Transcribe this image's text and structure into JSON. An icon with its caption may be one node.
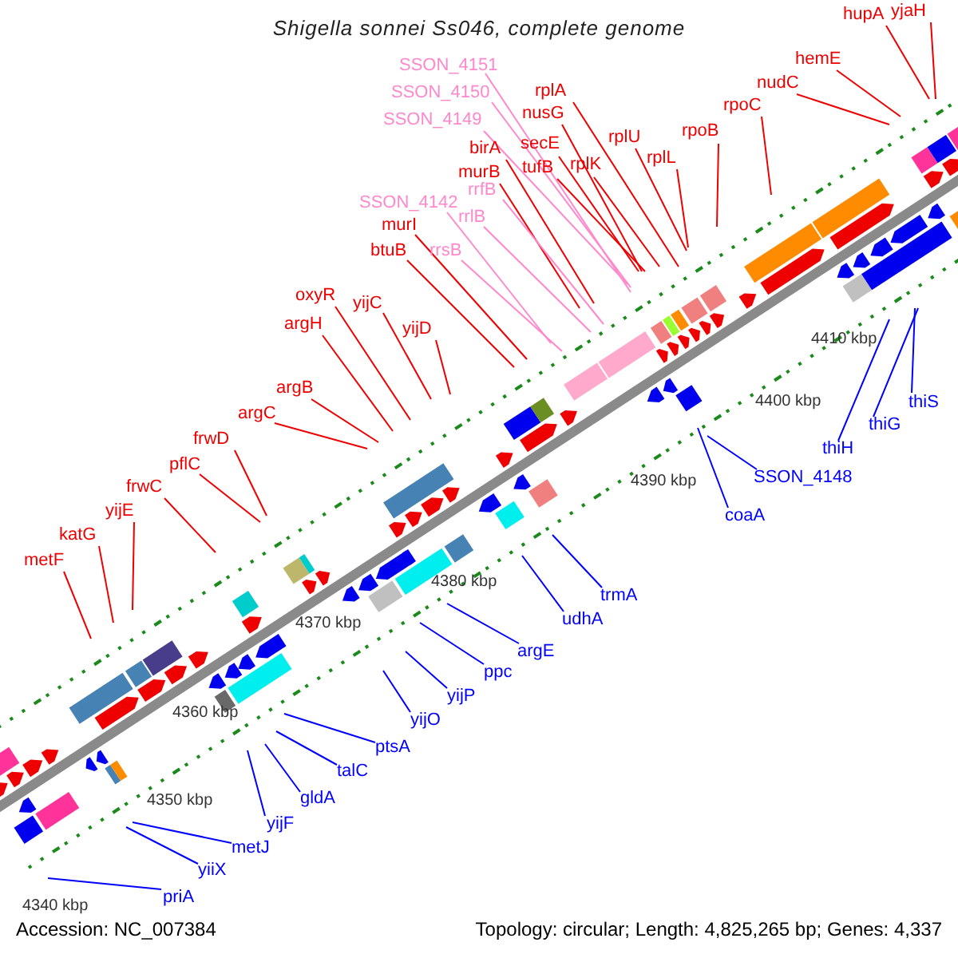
{
  "diagram": {
    "title": "Shigella sonnei Ss046, complete genome",
    "nodes": [
      {
        "text": [
          "yjaH"
        ]
      },
      {
        "text": [
          "hupA"
        ]
      },
      {
        "text": [
          "hemE"
        ]
      },
      {
        "text": [
          "SSON_4151"
        ]
      },
      {
        "text": [
          "nudC"
        ]
      },
      {
        "text": [
          "rplA"
        ]
      },
      {
        "text": [
          "SSON_4150"
        ]
      },
      {
        "text": [
          "rpoC"
        ]
      },
      {
        "text": [
          "nusG"
        ]
      },
      {
        "text": [
          "SSON_4149"
        ]
      },
      {
        "text": [
          "rpoB"
        ]
      },
      {
        "text": [
          "rplU"
        ]
      },
      {
        "text": [
          "secE"
        ]
      },
      {
        "text": [
          "birA"
        ]
      },
      {
        "text": [
          "rplL"
        ]
      },
      {
        "text": [
          "rplK"
        ]
      },
      {
        "text": [
          "tufB"
        ]
      },
      {
        "text": [
          "murB"
        ]
      },
      {
        "text": [
          "rrfB"
        ]
      },
      {
        "text": [
          "SSON_4142"
        ]
      },
      {
        "text": [
          "rrlB"
        ]
      },
      {
        "text": [
          "murI"
        ]
      },
      {
        "text": [
          "btuB"
        ]
      },
      {
        "text": [
          "rrsB"
        ]
      },
      {
        "text": [
          "oxyR"
        ]
      },
      {
        "text": [
          "yijC"
        ]
      },
      {
        "text": [
          "argH"
        ]
      },
      {
        "text": [
          "yijD"
        ]
      },
      {
        "text": [
          "argB"
        ]
      },
      {
        "text": [
          "argC"
        ]
      },
      {
        "text": [
          "thiS"
        ]
      },
      {
        "text": [
          "thiG"
        ]
      },
      {
        "text": [
          "thiH"
        ]
      },
      {
        "text": [
          "frwD"
        ]
      },
      {
        "text": [
          "pflC"
        ]
      },
      {
        "text": [
          "SSON_4148"
        ]
      },
      {
        "text": [
          "frwC"
        ]
      },
      {
        "text": [
          "yijE"
        ]
      },
      {
        "text": [
          "coaA"
        ]
      },
      {
        "text": [
          "katG"
        ]
      },
      {
        "text": [
          "metF"
        ]
      },
      {
        "text": [
          "trmA"
        ]
      },
      {
        "text": [
          "udhA"
        ]
      },
      {
        "text": [
          "argE"
        ]
      },
      {
        "text": [
          "ppc"
        ]
      },
      {
        "text": [
          "yijP"
        ]
      },
      {
        "text": [
          "yijO"
        ]
      },
      {
        "text": [
          "ptsA"
        ]
      },
      {
        "text": [
          "talC"
        ]
      },
      {
        "text": [
          "gldA"
        ]
      },
      {
        "text": [
          "yijF"
        ]
      },
      {
        "text": [
          "metJ"
        ]
      },
      {
        "text": [
          "yiiX"
        ]
      },
      {
        "text": [
          "priA"
        ]
      }
    ],
    "edges": [
      {
        "from": 0,
        "to": null,
        "arrow": "none"
      },
      {
        "from": 1,
        "to": null,
        "arrow": "none"
      },
      {
        "from": 2,
        "to": null,
        "arrow": "none"
      },
      {
        "from": 3,
        "to": null,
        "arrow": "none",
        "color": "#ff88cc"
      },
      {
        "from": 4,
        "to": null,
        "arrow": "none"
      },
      {
        "from": 5,
        "to": null,
        "arrow": "none"
      },
      {
        "from": 6,
        "to": null,
        "arrow": "none",
        "color": "#ff88cc"
      },
      {
        "from": 7,
        "to": null,
        "arrow": "none"
      },
      {
        "from": 8,
        "to": null,
        "arrow": "none"
      },
      {
        "from": 9,
        "to": null,
        "arrow": "none",
        "color": "#ff88cc"
      },
      {
        "from": 10,
        "to": null,
        "arrow": "none"
      },
      {
        "from": 11,
        "to": null,
        "arrow": "none"
      },
      {
        "from": 12,
        "to": null,
        "arrow": "none"
      },
      {
        "from": 13,
        "to": null,
        "arrow": "none"
      },
      {
        "from": 14,
        "to": null,
        "arrow": "none"
      },
      {
        "from": 15,
        "to": null,
        "arrow": "none"
      },
      {
        "from": 16,
        "to": null,
        "arrow": "none"
      },
      {
        "from": 17,
        "to": null,
        "arrow": "none"
      },
      {
        "from": 18,
        "to": null,
        "arrow": "none",
        "color": "#ff88cc"
      },
      {
        "from": 19,
        "to": null,
        "arrow": "none",
        "color": "#ff88cc"
      },
      {
        "from": 20,
        "to": null,
        "arrow": "none",
        "color": "#ff88cc"
      },
      {
        "from": 21,
        "to": null,
        "arrow": "none"
      },
      {
        "from": 22,
        "to": null,
        "arrow": "none"
      },
      {
        "from": 23,
        "to": null,
        "arrow": "none",
        "color": "#ff88cc"
      },
      {
        "from": 24,
        "to": null,
        "arrow": "none"
      },
      {
        "from": 25,
        "to": null,
        "arrow": "none"
      },
      {
        "from": 26,
        "to": null,
        "arrow": "none"
      },
      {
        "from": 27,
        "to": null,
        "arrow": "none"
      },
      {
        "from": 28,
        "to": null,
        "arrow": "none"
      },
      {
        "from": 29,
        "to": null,
        "arrow": "none"
      },
      {
        "from": 30,
        "to": null,
        "arrow": "none",
        "color": "#0000ff"
      },
      {
        "from": 31,
        "to": null,
        "arrow": "none",
        "color": "#0000ff"
      },
      {
        "from": 32,
        "to": null,
        "arrow": "none",
        "color": "#0000ff"
      },
      {
        "from": 33,
        "to": null,
        "arrow": "none"
      },
      {
        "from": 34,
        "to": null,
        "arrow": "none"
      },
      {
        "from": 35,
        "to": null,
        "arrow": "none",
        "color": "#0000ff"
      },
      {
        "from": 36,
        "to": null,
        "arrow": "none"
      },
      {
        "from": 37,
        "to": null,
        "arrow": "none"
      },
      {
        "from": 38,
        "to": null,
        "arrow": "none",
        "color": "#0000ff"
      },
      {
        "from": 39,
        "to": null,
        "arrow": "none"
      },
      {
        "from": 40,
        "to": null,
        "arrow": "none"
      },
      {
        "from": 41,
        "to": null,
        "arrow": "none",
        "color": "#0000ff"
      },
      {
        "from": 42,
        "to": null,
        "arrow": "none",
        "color": "#0000ff"
      },
      {
        "from": 43,
        "to": null,
        "arrow": "none",
        "color": "#0000ff"
      },
      {
        "from": 44,
        "to": null,
        "arrow": "none",
        "color": "#0000ff"
      },
      {
        "from": 45,
        "to": null,
        "arrow": "none",
        "color": "#0000ff"
      },
      {
        "from": 46,
        "to": null,
        "arrow": "none",
        "color": "#0000ff"
      },
      {
        "from": 47,
        "to": null,
        "arrow": "none",
        "color": "#0000ff"
      },
      {
        "from": 48,
        "to": null,
        "arrow": "none",
        "color": "#0000ff"
      },
      {
        "from": 49,
        "to": null,
        "arrow": "none",
        "color": "#0000ff"
      },
      {
        "from": 50,
        "to": null,
        "arrow": "none",
        "color": "#0000ff"
      },
      {
        "from": 51,
        "to": null,
        "arrow": "none",
        "color": "#0000ff"
      },
      {
        "from": 52,
        "to": null,
        "arrow": "none",
        "color": "#0000ff"
      },
      {
        "from": 53,
        "to": null,
        "arrow": "none",
        "color": "#0000ff"
      }
    ],
    "labels": [
      "4410 kbp",
      "4400 kbp",
      "4390 kbp",
      "4380 kbp",
      "4370 kbp",
      "4360 kbp",
      "4350 kbp",
      "4340 kbp",
      "Accession: NC_007384",
      "Topology: circular; Length: 4,825,265 bp; Genes: 4,337"
    ]
  }
}
